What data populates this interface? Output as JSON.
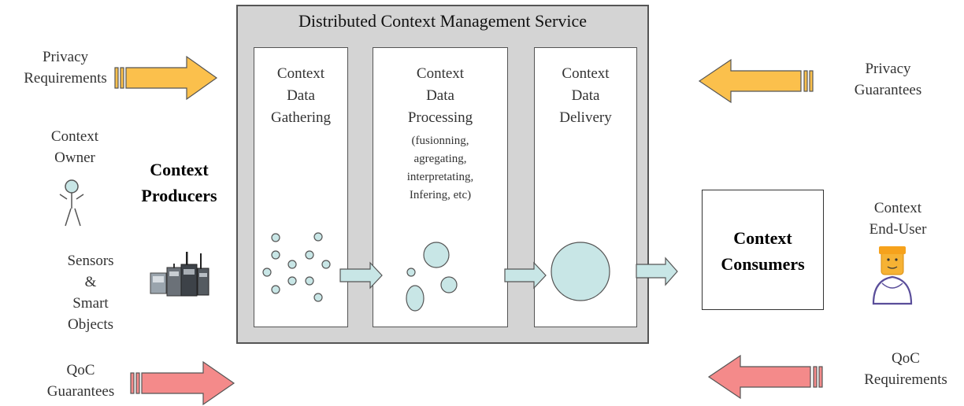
{
  "service": {
    "title": "Distributed Context Management Service",
    "gathering": {
      "l1": "Context",
      "l2": "Data",
      "l3": "Gathering"
    },
    "processing": {
      "l1": "Context",
      "l2": "Data",
      "l3": "Processing",
      "s1": "(fusionning,",
      "s2": "agregating,",
      "s3": "interpretating,",
      "s4": "Infering, etc)"
    },
    "delivery": {
      "l1": "Context",
      "l2": "Data",
      "l3": "Delivery"
    }
  },
  "left": {
    "privacy_req": {
      "l1": "Privacy",
      "l2": "Requirements"
    },
    "owner": {
      "l1": "Context",
      "l2": "Owner"
    },
    "producers": {
      "l1": "Context",
      "l2": "Producers"
    },
    "sensors": {
      "l1": "Sensors",
      "l2": "&",
      "l3": "Smart",
      "l4": "Objects"
    },
    "qoc_guar": {
      "l1": "QoC",
      "l2": "Guarantees"
    }
  },
  "right": {
    "privacy_guar": {
      "l1": "Privacy",
      "l2": "Guarantees"
    },
    "consumers": {
      "l1": "Context",
      "l2": "Consumers"
    },
    "enduser": {
      "l1": "Context",
      "l2": "End-User"
    },
    "qoc_req": {
      "l1": "QoC",
      "l2": "Requirements"
    }
  },
  "colors": {
    "privacy_arrow": "#fbc04c",
    "qoc_arrow": "#f48a8a",
    "flow_arrow": "#c8e6e6",
    "bubble": "#c8e6e6",
    "service_bg": "#d4d4d4"
  }
}
